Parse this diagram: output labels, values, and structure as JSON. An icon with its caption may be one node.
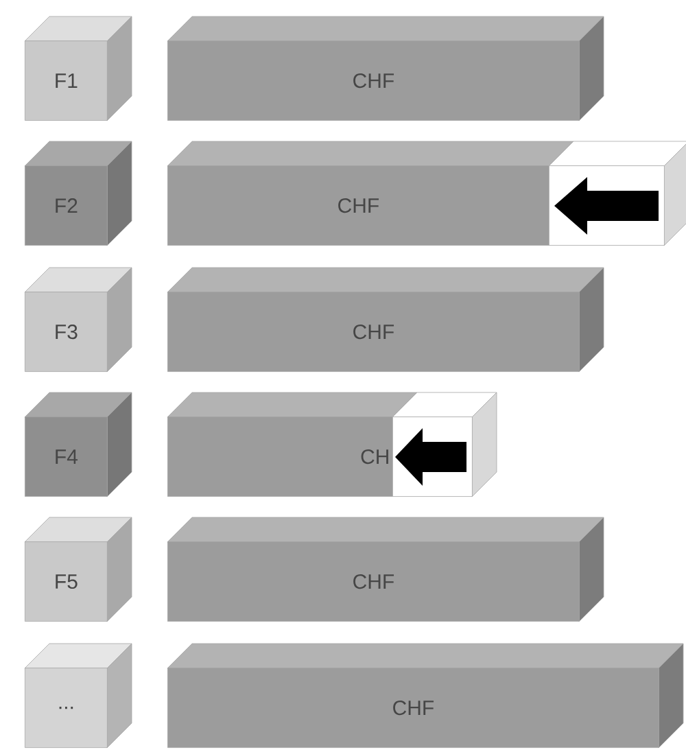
{
  "diagram": {
    "nodes": [
      {
        "text": [
          "F1"
        ]
      },
      {
        "text": [
          "CHF"
        ]
      },
      {
        "text": [
          "F2"
        ]
      },
      {
        "text": [
          "CHF"
        ]
      },
      {
        "text": [],
        "shape": "box"
      },
      {
        "text": [
          "F3"
        ]
      },
      {
        "text": [
          "CHF"
        ]
      },
      {
        "text": [
          "F4"
        ]
      },
      {
        "text": [
          "CH"
        ]
      },
      {
        "text": [],
        "shape": "box"
      },
      {
        "text": [
          "F5"
        ]
      },
      {
        "text": [
          "CHF"
        ]
      },
      {
        "text": [
          "..."
        ]
      },
      {
        "text": [
          "CHF"
        ]
      }
    ]
  }
}
